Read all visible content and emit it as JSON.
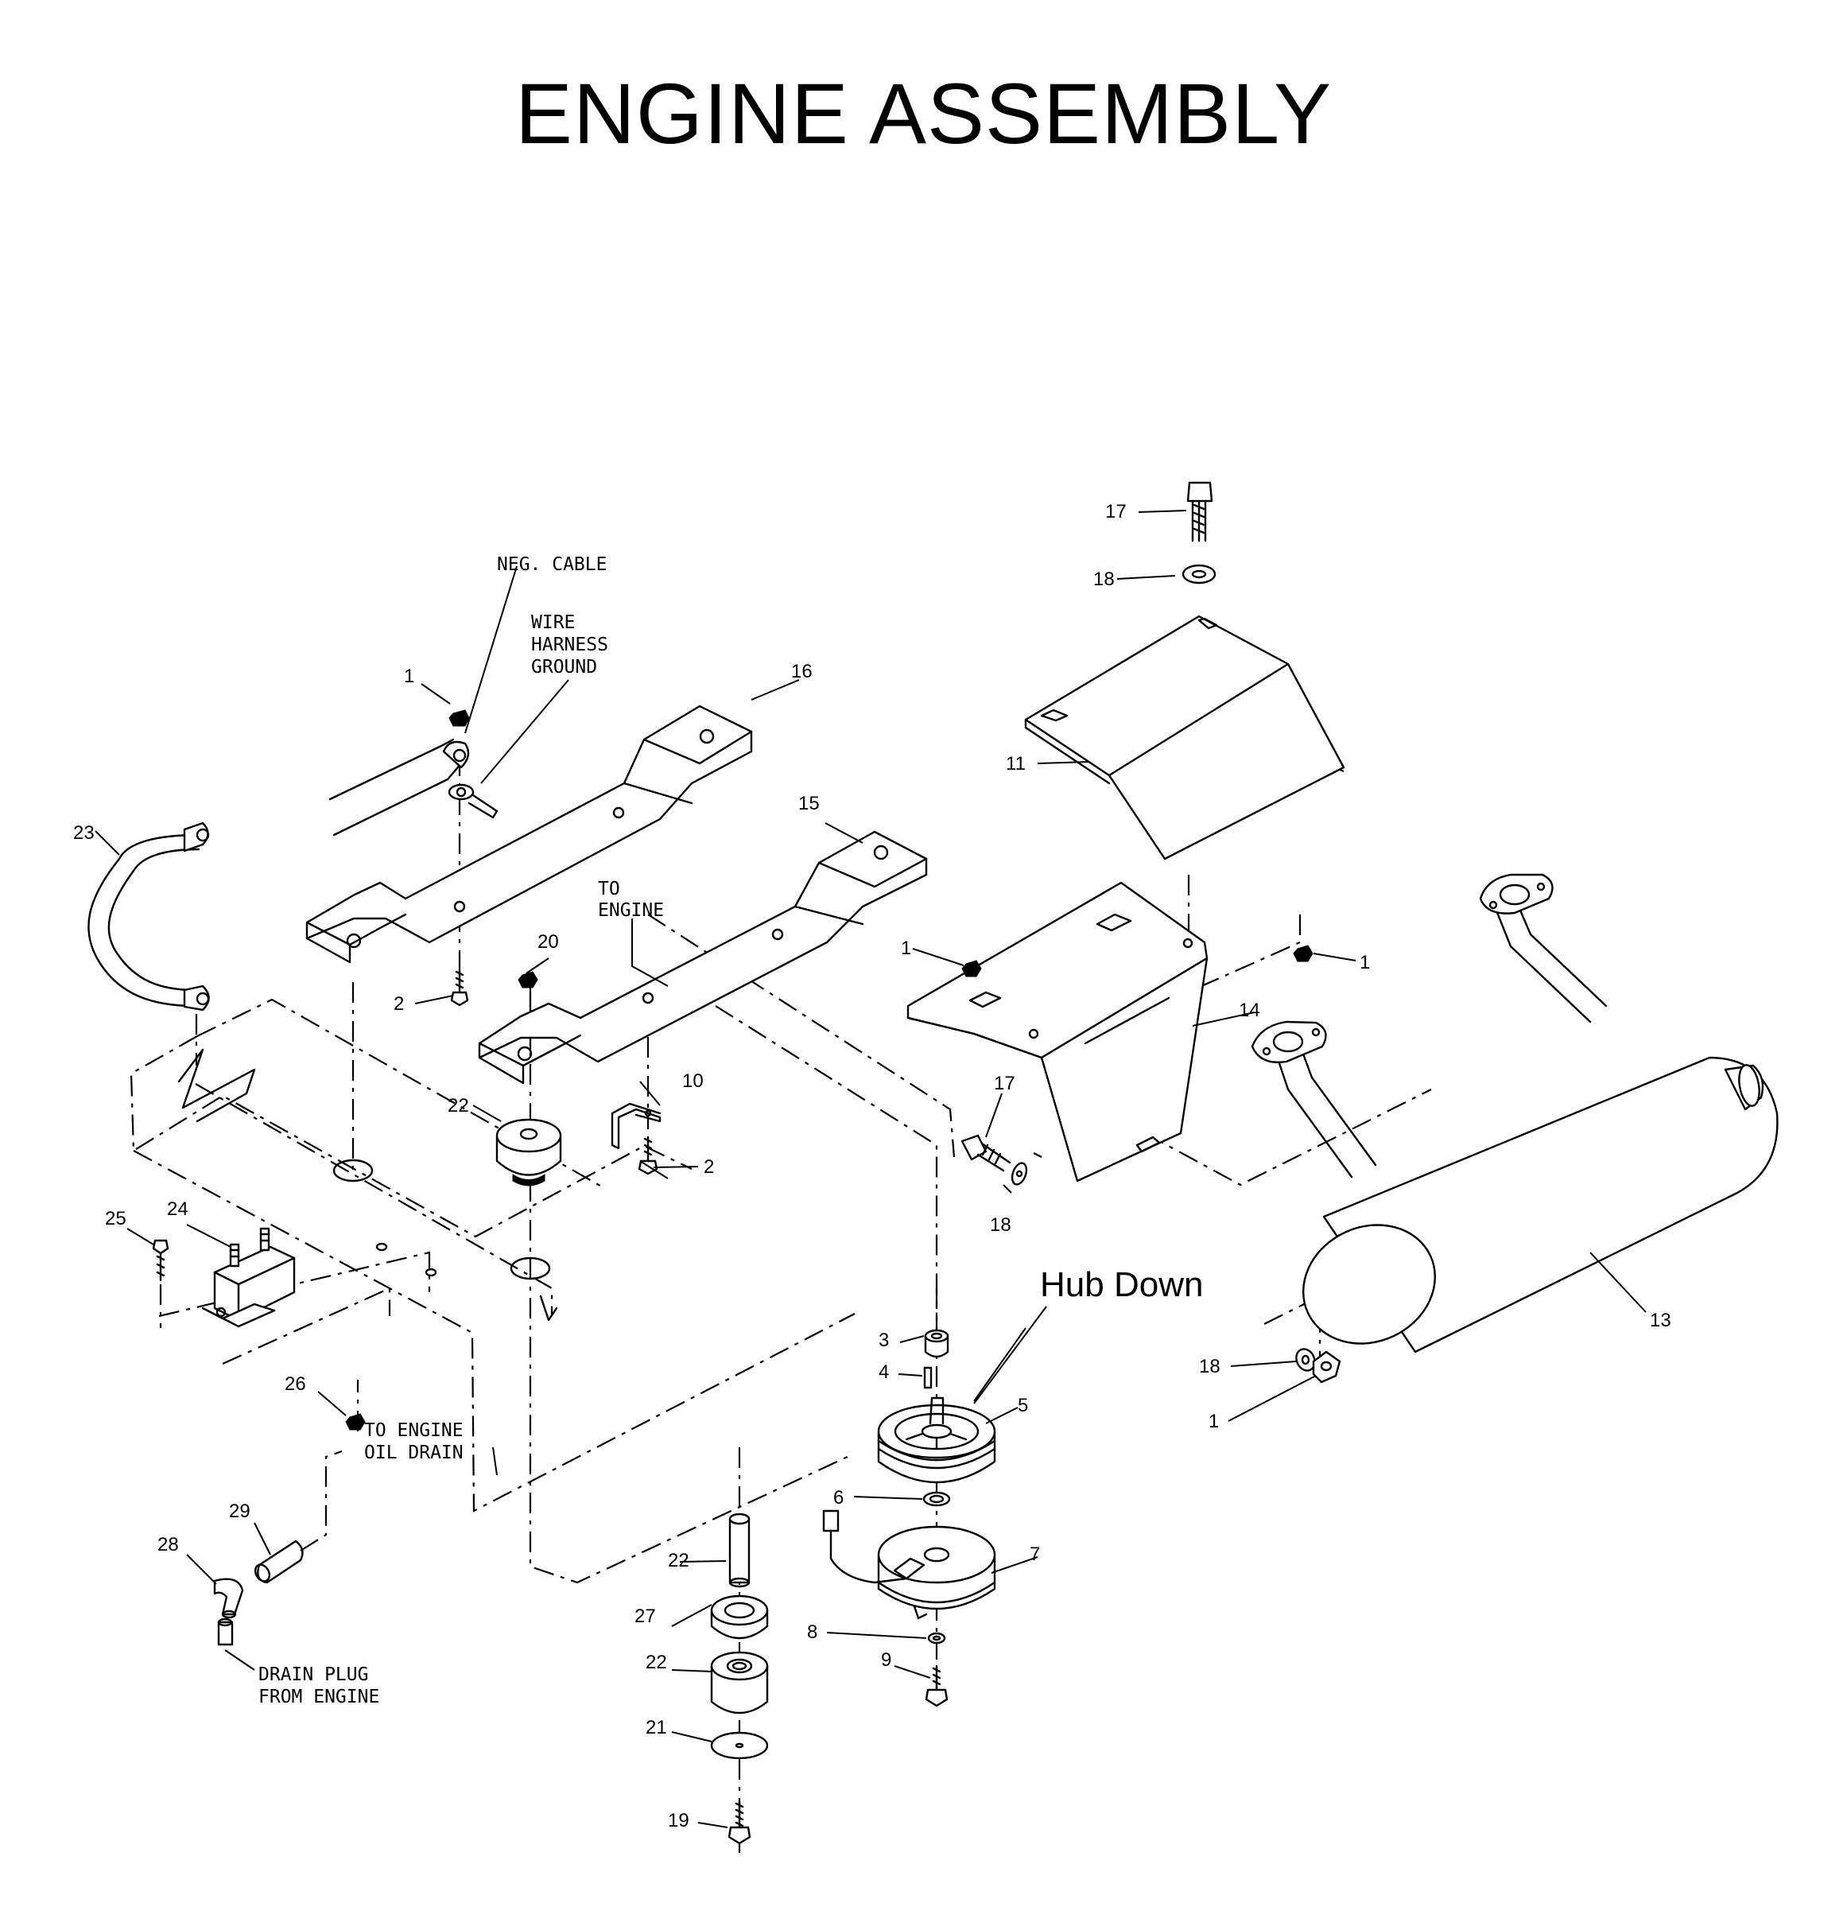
{
  "title": "ENGINE ASSEMBLY",
  "notes": {
    "neg_cable": "NEG. CABLE",
    "wire_harness_1": "WIRE",
    "wire_harness_2": "HARNESS",
    "wire_harness_3": "GROUND",
    "to_engine_1": "TO",
    "to_engine_2": "ENGINE",
    "to_engine_oil_1": "TO ENGINE",
    "to_engine_oil_2": "OIL DRAIN",
    "drain_plug_1": "DRAIN PLUG",
    "drain_plug_2": "FROM ENGINE",
    "hub_down": "Hub Down"
  },
  "callouts": {
    "c1a": "1",
    "c1b": "1",
    "c1c": "1",
    "c1d": "1",
    "c2a": "2",
    "c2b": "2",
    "c3": "3",
    "c4": "4",
    "c5": "5",
    "c6": "6",
    "c7": "7",
    "c8": "8",
    "c9": "9",
    "c10": "10",
    "c11": "11",
    "c13": "13",
    "c14": "14",
    "c15": "15",
    "c16": "16",
    "c17a": "17",
    "c17b": "17",
    "c18a": "18",
    "c18b": "18",
    "c18c": "18",
    "c19": "19",
    "c20": "20",
    "c21": "21",
    "c22a": "22",
    "c22b": "22",
    "c22c": "22",
    "c23": "23",
    "c24": "24",
    "c25": "25",
    "c26": "26",
    "c27": "27",
    "c28": "28",
    "c29": "29"
  }
}
